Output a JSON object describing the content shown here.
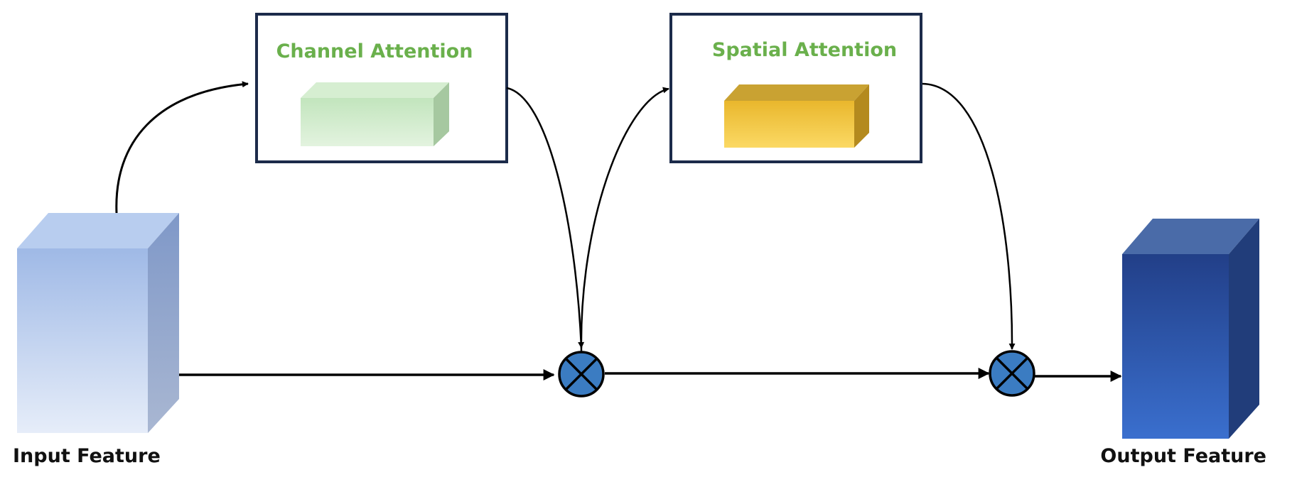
{
  "labels": {
    "input_feature": "Input Feature",
    "output_feature": "Output Feature",
    "channel_attention": "Channel Attention",
    "spatial_attention": "Spatial Attention"
  },
  "operators": [
    {
      "name": "multiply-operator-1",
      "symbol": "elementwise-multiply-icon"
    },
    {
      "name": "multiply-operator-2",
      "symbol": "elementwise-multiply-icon"
    }
  ],
  "colors": {
    "module_title": "#6ab04c",
    "module_border": "#1c2b4a",
    "arrow": "#000000",
    "operator_fill": "#3b7cc2",
    "input_cube": "#a7c0e8",
    "output_cube": "#2e5aa8",
    "channel_cube": "#c9e8c4",
    "spatial_cube": "#f2c94c"
  }
}
